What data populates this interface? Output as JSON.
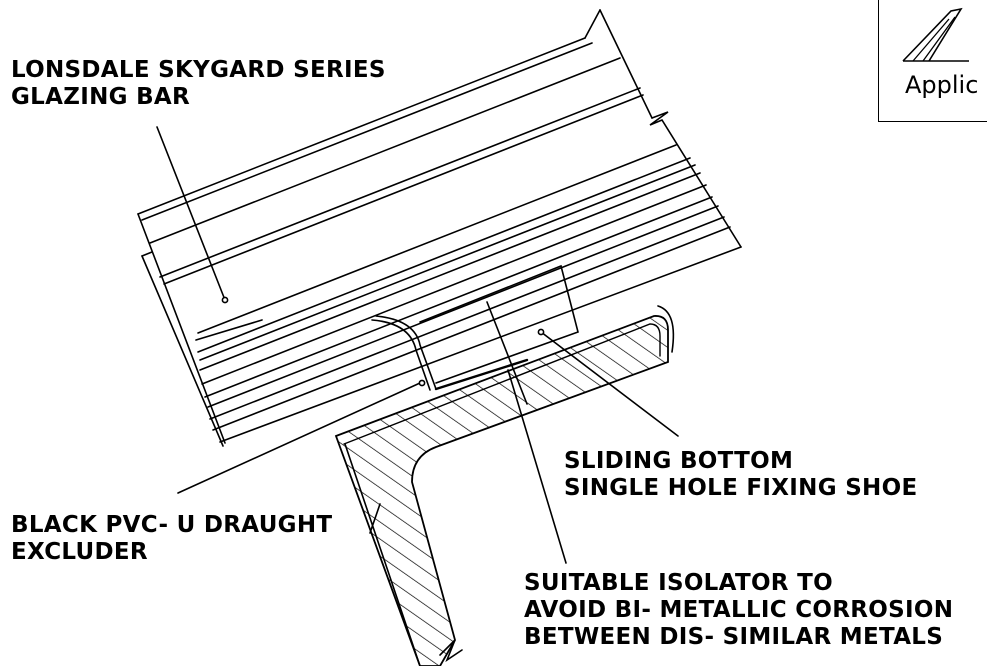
{
  "labels": {
    "glazing_bar": [
      "LONSDALE SKYGARD SERIES",
      "GLAZING BAR"
    ],
    "draught_excluder": [
      "BLACK PVC- U DRAUGHT",
      "EXCLUDER"
    ],
    "fixing_shoe": [
      "SLIDING BOTTOM",
      "SINGLE HOLE FIXING SHOE"
    ],
    "isolator": [
      "SUITABLE ISOLATOR TO",
      "AVOID BI- METALLIC CORROSION",
      "BETWEEN DIS- SIMILAR METALS"
    ]
  },
  "badge": {
    "text": "Applic",
    "logo_icon": "skylight-logo-icon"
  },
  "colors": {
    "ink": "#000000",
    "background": "#ffffff"
  }
}
